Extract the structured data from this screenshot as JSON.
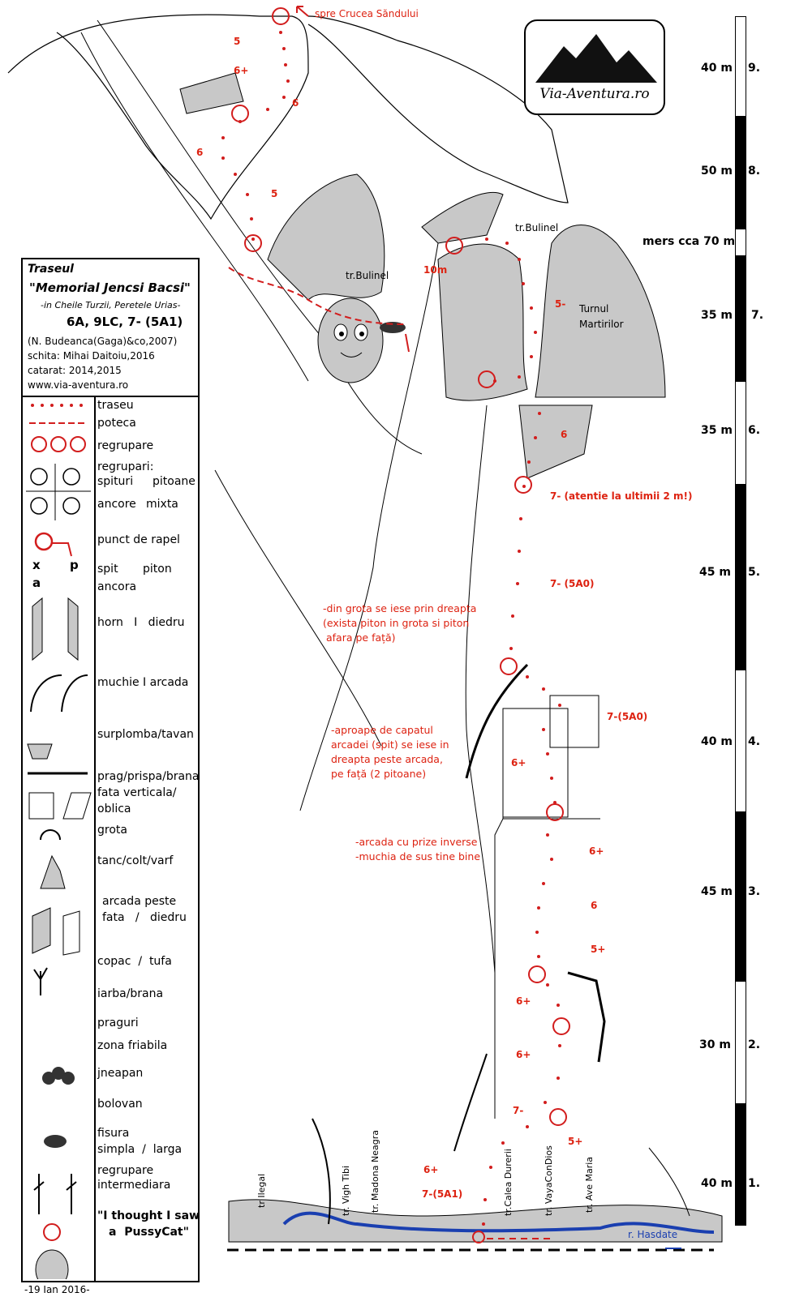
{
  "title": {
    "heading": "Traseul",
    "route_name": "\"Memorial Jencsi Bacsi\"",
    "location": "-in Cheile Turzii, Peretele Urias-",
    "grade": "6A, 9LC, 7- (5A1)",
    "authors": "(N. Budeanca(Gaga)&co,2007)",
    "sketch": "schita: Mihai Daitoiu,2016",
    "climbed": "catarat: 2014,2015",
    "website": "www.via-aventura.ro"
  },
  "logo": {
    "text": "Via-Aventura.ro"
  },
  "legend": [
    {
      "label": "traseu"
    },
    {
      "label": "poteca"
    },
    {
      "label": "regrupare"
    },
    {
      "label": "regrupari:"
    },
    {
      "label": "spituri"
    },
    {
      "label": "pitoane"
    },
    {
      "label": "ancore"
    },
    {
      "label": "mixta"
    },
    {
      "label": "punct de rapel"
    },
    {
      "label": "spit"
    },
    {
      "label": "piton"
    },
    {
      "label": "ancora"
    },
    {
      "label": "horn   I   diedru"
    },
    {
      "label": "muchie I arcada"
    },
    {
      "label": "surplomba/tavan"
    },
    {
      "label": "prag/prispa/brana"
    },
    {
      "label": "fata verticala/"
    },
    {
      "label": "oblica"
    },
    {
      "label": "grota"
    },
    {
      "label": "tanc/colt/varf"
    },
    {
      "label": "arcada peste"
    },
    {
      "label": "fata   /   diedru"
    },
    {
      "label": "copac  /  tufa"
    },
    {
      "label": "iarba/brana"
    },
    {
      "label": "praguri"
    },
    {
      "label": "zona friabila"
    },
    {
      "label": "jneapan"
    },
    {
      "label": "bolovan"
    },
    {
      "label": "fisura"
    },
    {
      "label": "simpla  /  larga"
    },
    {
      "label": "regrupare"
    },
    {
      "label": "intermediara"
    },
    {
      "label": "\"I thought I saw"
    },
    {
      "label": "a  PussyCat\""
    }
  ],
  "legend_symbols": {
    "x": "x",
    "p": "p",
    "a": "a"
  },
  "date": "-19 Ian 2016-",
  "pitches": [
    {
      "length": "40 m",
      "number": "9."
    },
    {
      "length": "50 m",
      "number": "8."
    },
    {
      "length": "mers cca 70 m",
      "number": ""
    },
    {
      "length": "35 m",
      "number": "7."
    },
    {
      "length": "35 m",
      "number": "6."
    },
    {
      "length": "45 m",
      "number": "5."
    },
    {
      "length": "40 m",
      "number": "4."
    },
    {
      "length": "45 m",
      "number": "3."
    },
    {
      "length": "30 m",
      "number": "2."
    },
    {
      "length": "40 m",
      "number": "1."
    }
  ],
  "labels": {
    "to_cross": "spre Crucea Săndului",
    "bulinel_1": "tr.Bulinel",
    "bulinel_2": "tr.Bulinel",
    "ten_m": "10m",
    "tower": "Turnul\nMartirilor",
    "river": "r. Hasdate"
  },
  "grades": [
    "5",
    "6+",
    "6",
    "6",
    "5",
    "5-",
    "6",
    "7-  (atentie la ultimii 2 m!)",
    "7- (5A0)",
    "7-(5A0)",
    "6+",
    "6+",
    "6",
    "5+",
    "6+",
    "6+",
    "7-",
    "5+",
    "6+",
    "7-(5A1)"
  ],
  "notes": {
    "grotto": [
      "-din grota se iese prin dreapta",
      "(exista piton in grota si piton",
      " afara pe față)"
    ],
    "arch": [
      "-aproape de capatul",
      "arcadei (spit) se iese in",
      "dreapta peste arcada,",
      "pe față (2 pitoane)"
    ],
    "inverse": [
      "-arcada cu prize inverse",
      "-muchia de sus tine bine"
    ]
  },
  "neighbour_routes": [
    "tr Ilegal",
    "tr. Vigh Tibi",
    "tr. Madona Neagra",
    "tr.Calea Durerii",
    "tr. VayaConDios",
    "tr. Ave Maria"
  ],
  "colors": {
    "route": "#d21d1d",
    "rock": "#c8c8c8",
    "river": "#1a3fb0"
  }
}
